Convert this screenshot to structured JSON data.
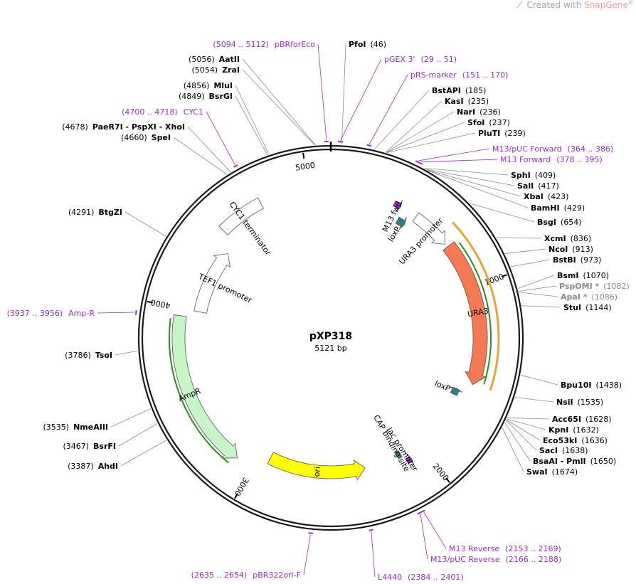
{
  "credit": {
    "prefix": "Created with ",
    "brand": "SnapGene",
    "reg": "®"
  },
  "map": {
    "name": "pXP318",
    "length": 5121,
    "length_label": "5121 bp",
    "ticks": [
      1000,
      2000,
      3000,
      4000,
      5000
    ],
    "colors": {
      "backbone": "#1a1a1a",
      "enzyme": "#000000",
      "primer": "#9b2dc4",
      "promoter": "#ffffff",
      "amp": "#c8f5c8",
      "ori": "#ffff00",
      "ura3": "#f37a52",
      "loxp": "#2f7d8a"
    },
    "enzymes_left": [
      {
        "name": "AatII",
        "pos": 5056,
        "posLabel": "(5056)"
      },
      {
        "name": "ZraI",
        "pos": 5054,
        "posLabel": "(5054)"
      },
      {
        "name": "MluI",
        "pos": 4856,
        "posLabel": "(4856)"
      },
      {
        "name": "BsrGI",
        "pos": 4849,
        "posLabel": "(4849)"
      },
      {
        "name": "PaeR7I - PspXI - XhoI",
        "pos": 4678,
        "posLabel": "(4678)"
      },
      {
        "name": "SpeI",
        "pos": 4660,
        "posLabel": "(4660)"
      },
      {
        "name": "BtgZI",
        "pos": 4291,
        "posLabel": "(4291)"
      },
      {
        "name": "TsoI",
        "pos": 3786,
        "posLabel": "(3786)"
      },
      {
        "name": "NmeAIII",
        "pos": 3535,
        "posLabel": "(3535)"
      },
      {
        "name": "BsrFI",
        "pos": 3467,
        "posLabel": "(3467)"
      },
      {
        "name": "AhdI",
        "pos": 3387,
        "posLabel": "(3387)"
      }
    ],
    "enzymes_right": [
      {
        "name": "PfoI",
        "pos": 46,
        "posLabel": "(46)"
      },
      {
        "name": "BstAPI",
        "pos": 185,
        "posLabel": "(185)"
      },
      {
        "name": "KasI",
        "pos": 235,
        "posLabel": "(235)"
      },
      {
        "name": "NarI",
        "pos": 236,
        "posLabel": "(236)"
      },
      {
        "name": "SfoI",
        "pos": 237,
        "posLabel": "(237)"
      },
      {
        "name": "PluTI",
        "pos": 239,
        "posLabel": "(239)"
      },
      {
        "name": "SphI",
        "pos": 409,
        "posLabel": "(409)"
      },
      {
        "name": "SalI",
        "pos": 417,
        "posLabel": "(417)"
      },
      {
        "name": "XbaI",
        "pos": 423,
        "posLabel": "(423)"
      },
      {
        "name": "BamHI",
        "pos": 429,
        "posLabel": "(429)"
      },
      {
        "name": "BsgI",
        "pos": 654,
        "posLabel": "(654)"
      },
      {
        "name": "XcmI",
        "pos": 836,
        "posLabel": "(836)"
      },
      {
        "name": "NcoI",
        "pos": 913,
        "posLabel": "(913)"
      },
      {
        "name": "BstBI",
        "pos": 973,
        "posLabel": "(973)"
      },
      {
        "name": "BsmI",
        "pos": 1070,
        "posLabel": "(1070)"
      },
      {
        "name": "PspOMI *",
        "pos": 1082,
        "posLabel": "(1082)",
        "gray": true
      },
      {
        "name": "ApaI *",
        "pos": 1086,
        "posLabel": "(1086)",
        "gray": true
      },
      {
        "name": "StuI",
        "pos": 1144,
        "posLabel": "(1144)"
      },
      {
        "name": "Bpu10I",
        "pos": 1438,
        "posLabel": "(1438)"
      },
      {
        "name": "NsiI",
        "pos": 1535,
        "posLabel": "(1535)"
      },
      {
        "name": "Acc65I",
        "pos": 1628,
        "posLabel": "(1628)"
      },
      {
        "name": "KpnI",
        "pos": 1632,
        "posLabel": "(1632)"
      },
      {
        "name": "Eco53kI",
        "pos": 1636,
        "posLabel": "(1636)"
      },
      {
        "name": "SacI",
        "pos": 1638,
        "posLabel": "(1638)"
      },
      {
        "name": "BsaAI - PmlI",
        "pos": 1650,
        "posLabel": "(1650)"
      },
      {
        "name": "SwaI",
        "pos": 1674,
        "posLabel": "(1674)"
      }
    ],
    "primers": [
      {
        "name": "pBRforEco",
        "range": "(5094 .. 5112)",
        "start": 5094,
        "end": 5112
      },
      {
        "name": "pGEX 3'",
        "range": "(29 .. 51)",
        "start": 29,
        "end": 51
      },
      {
        "name": "pRS-marker",
        "range": "(151 .. 170)",
        "start": 151,
        "end": 170
      },
      {
        "name": "M13/pUC Forward",
        "range": "(364 .. 386)",
        "start": 364,
        "end": 386
      },
      {
        "name": "M13 Forward",
        "range": "(378 .. 395)",
        "start": 378,
        "end": 395
      },
      {
        "name": "CYC1",
        "range": "(4700 .. 4718)",
        "start": 4700,
        "end": 4718
      },
      {
        "name": "Amp-R",
        "range": "(3937 .. 3956)",
        "start": 3937,
        "end": 3956
      },
      {
        "name": "M13 Reverse",
        "range": "(2153 .. 2169)",
        "start": 2153,
        "end": 2169
      },
      {
        "name": "M13/pUC Reverse",
        "range": "(2166 .. 2188)",
        "start": 2166,
        "end": 2188
      },
      {
        "name": "L4440",
        "range": "(2384 .. 2401)",
        "start": 2384,
        "end": 2401
      },
      {
        "name": "pBR322ori-F",
        "range": "(2635 .. 2654)",
        "start": 2635,
        "end": 2654
      }
    ],
    "features": [
      {
        "name": "URA3 promoter",
        "start": 500,
        "end": 720,
        "dir": 1,
        "type": "promoter"
      },
      {
        "name": "URA3",
        "start": 740,
        "end": 1540,
        "dir": 1,
        "type": "ura3"
      },
      {
        "name": "M13 fwd",
        "start": 360,
        "end": 400,
        "dir": 1,
        "type": "primerbind"
      },
      {
        "name": "loxP",
        "start": 420,
        "end": 470,
        "dir": 1,
        "type": "loxp"
      },
      {
        "name": "loxP",
        "start": 1590,
        "end": 1630,
        "dir": -1,
        "type": "loxp"
      },
      {
        "name": "lac promoter",
        "start": 2080,
        "end": 2110,
        "dir": -1,
        "type": "primerbind"
      },
      {
        "name": "CAP binding site",
        "start": 2120,
        "end": 2145,
        "dir": 0,
        "type": "loxp"
      },
      {
        "name": "ori",
        "start": 2350,
        "end": 2940,
        "dir": -1,
        "type": "ori"
      },
      {
        "name": "AmpR",
        "start": 3100,
        "end": 3960,
        "dir": -1,
        "type": "amp"
      },
      {
        "name": "TEF1 promoter",
        "start": 4000,
        "end": 4400,
        "dir": 1,
        "type": "promoter"
      },
      {
        "name": "CYC1 terminator",
        "start": 4480,
        "end": 4730,
        "dir": 0,
        "type": "promoter"
      }
    ]
  }
}
